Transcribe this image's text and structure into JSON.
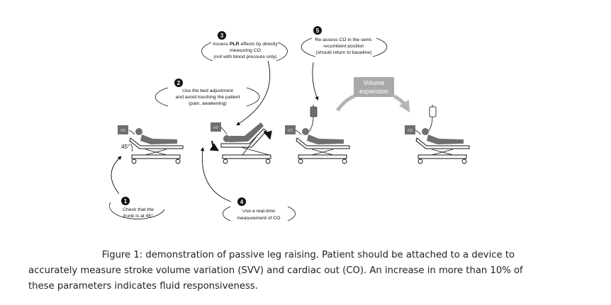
{
  "steps": [
    {
      "number": "1",
      "lines": [
        "Check that the",
        "trunk is at 45°"
      ]
    },
    {
      "number": "2",
      "lines": [
        "Use the bed adjustment",
        "and avoid touching the patient",
        "(pain, awakening)"
      ]
    },
    {
      "number": "3",
      "line1_pre": "Assess ",
      "line1_bold": "PLR",
      "line1_post": " effects by directly",
      "lines": [
        "measuring CO",
        "(not with blood pressure only)"
      ]
    },
    {
      "number": "4",
      "lines": [
        "Use a real-time",
        "measurement of CO"
      ]
    },
    {
      "number": "5",
      "lines": [
        "Re-assess CO in the semi-",
        "recumbent position",
        "(should return to baseline)"
      ]
    }
  ],
  "monitor_label": "CO",
  "angle_label": "45°",
  "volume_expansion": [
    "Volume",
    "expansion"
  ],
  "colors": {
    "figure_gray": "#6f6f6f",
    "light_gray": "#b5b5b5",
    "volume_box": "#a9a9a9"
  },
  "caption": {
    "line1": "Figure 1: demonstration of passive leg raising. Patient should be attached to a device to",
    "line2": "accurately measure stroke volume variation (SVV) and cardiac out (CO). An increase in more than 10% of",
    "line3": "these parameters indicates fluid responsiveness."
  }
}
